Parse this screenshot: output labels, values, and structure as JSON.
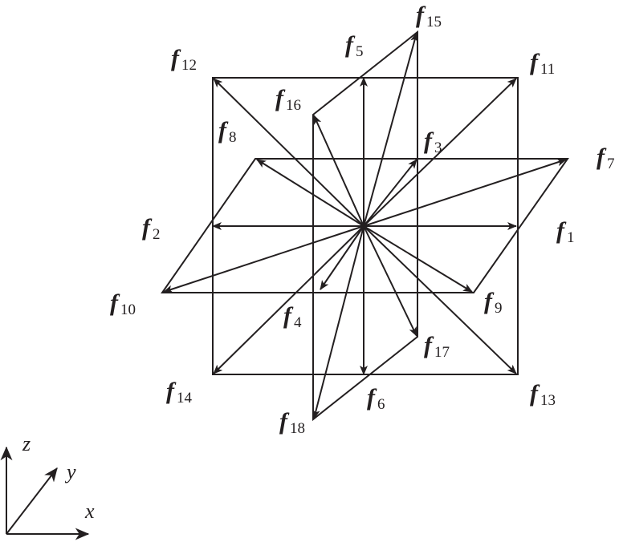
{
  "diagram": {
    "force_symbol": "f",
    "forces": [
      "1",
      "2",
      "3",
      "4",
      "5",
      "6",
      "7",
      "8",
      "9",
      "10",
      "11",
      "12",
      "13",
      "14",
      "15",
      "16",
      "17",
      "18"
    ],
    "axes": {
      "x": "x",
      "y": "y",
      "z": "z"
    },
    "stroke_color": "#231f20"
  }
}
